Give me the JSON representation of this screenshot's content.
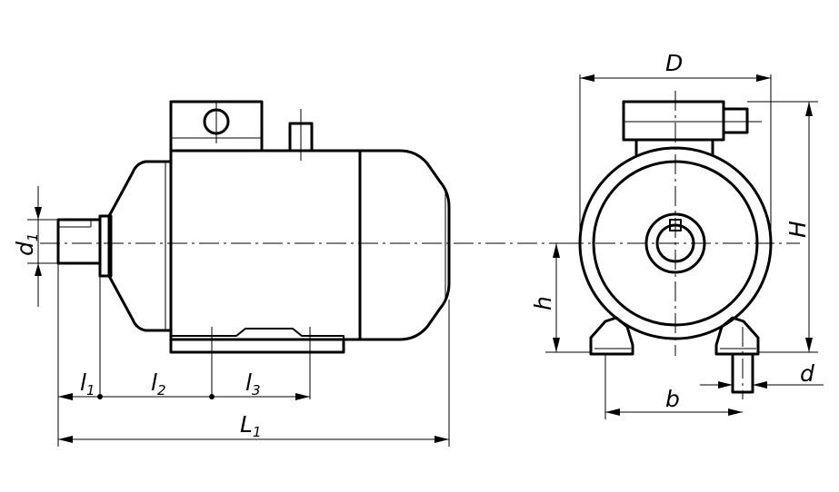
{
  "labels": {
    "D": "D",
    "H": "H",
    "h": "h",
    "b": "b",
    "d": "d",
    "d1": {
      "main": "d",
      "sub": "1"
    },
    "l1": {
      "main": "l",
      "sub": "1"
    },
    "l2": {
      "main": "l",
      "sub": "2"
    },
    "l3": {
      "main": "l",
      "sub": "3"
    },
    "L1": {
      "main": "L",
      "sub": "1"
    }
  }
}
